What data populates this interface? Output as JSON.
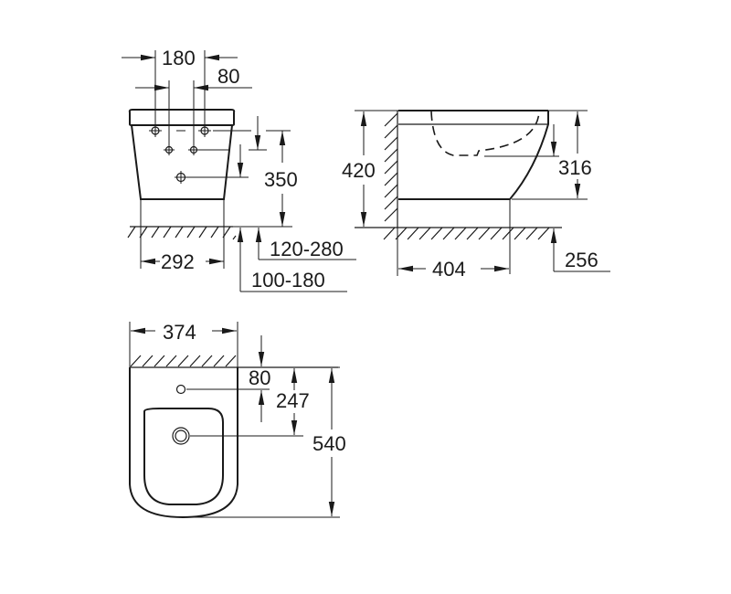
{
  "diagram": {
    "type": "technical-dimension-drawing",
    "subject": "wall-hung bidet",
    "units": "mm",
    "line_color": "#1a1a1a",
    "background": "#ffffff"
  },
  "front_view": {
    "dim_tap_spacing": "180",
    "dim_inlet_offset": "80",
    "dim_outlet_height": "350",
    "dim_base_width": "292",
    "dim_supply_range": "120-280",
    "dim_drain_range": "100-180"
  },
  "side_view": {
    "dim_total_height": "420",
    "dim_bowl_depth": "316",
    "dim_projection": "404",
    "dim_floor_offset": "256"
  },
  "top_view": {
    "dim_width": "374",
    "dim_tap_hole_from_wall": "80",
    "dim_drain_from_wall": "247",
    "dim_total_length": "540"
  }
}
